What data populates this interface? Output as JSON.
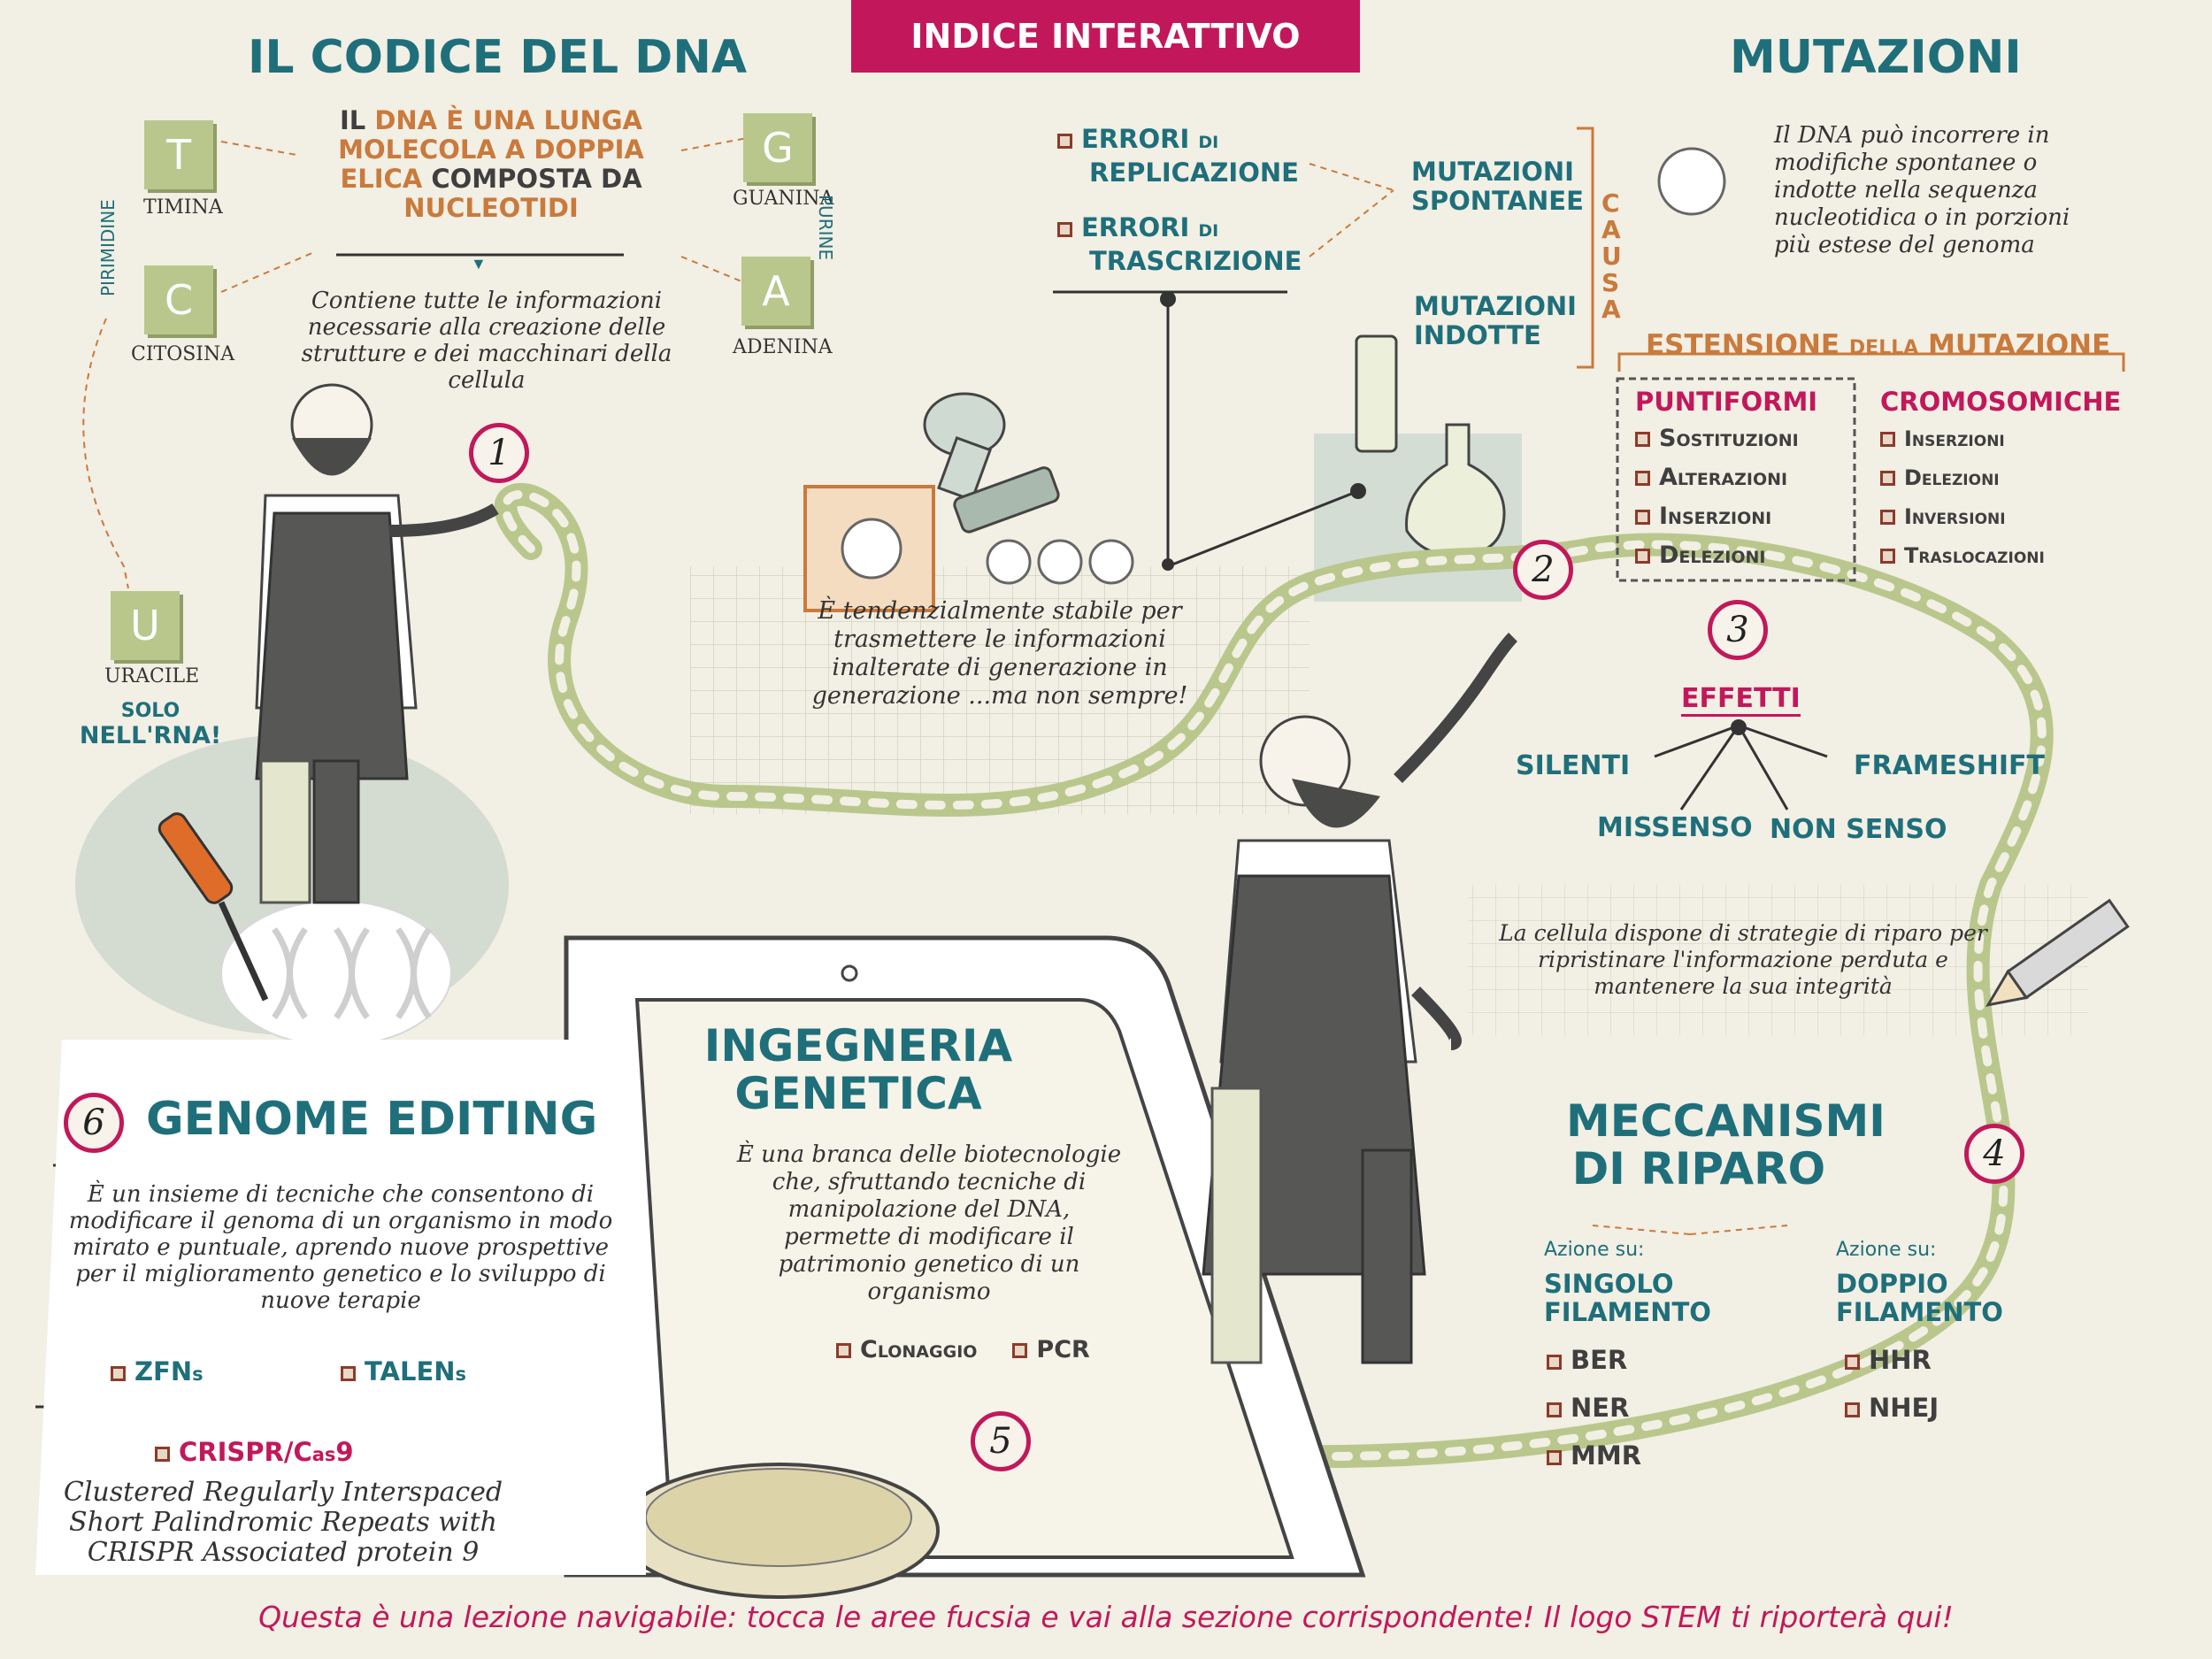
{
  "index_button": "INDICE INTERATTIVO",
  "dna_section": {
    "title": "IL CODICE DEL DNA",
    "intro_1": "IL ",
    "intro_2": "DNA È UNA LUNGA MOLECOLA A DOPPIA ELICA",
    "intro_3": " COMPOSTA DA ",
    "intro_4": "NUCLEOTIDI",
    "info": "Contiene tutte le informazioni necessarie alla creazione delle strutture e dei macchinari della cellula",
    "pyrimidine_label": "PIRIMIDINE",
    "purine_label": "PURINE",
    "bases": [
      {
        "letter": "T",
        "name": "TIMINA"
      },
      {
        "letter": "C",
        "name": "CITOSINA"
      },
      {
        "letter": "G",
        "name": "GUANINA"
      },
      {
        "letter": "A",
        "name": "ADENINA"
      },
      {
        "letter": "U",
        "name": "URACILE"
      }
    ],
    "rna_note_1": "SOLO",
    "rna_note_2": "NELL'RNA!",
    "stable_note": "È tendenzialmente stabile per trasmettere le informazioni inalterate di generazione in generazione ...ma non sempre!"
  },
  "numbers": [
    "1",
    "2",
    "3",
    "4",
    "5",
    "6"
  ],
  "errors": {
    "replication_a": "ERRORI ",
    "replication_b": "DI",
    "replication_c": "REPLICAZIONE",
    "transcription_a": "ERRORI ",
    "transcription_b": "DI",
    "transcription_c": "TRASCRIZIONE"
  },
  "causes": {
    "spontaneous": "MUTAZIONI SPONTANEE",
    "induced": "MUTAZIONI INDOTTE",
    "label": "CAUSA"
  },
  "mutations": {
    "title": "MUTAZIONI",
    "description": "Il DNA può incorrere in modifiche spontanee o indotte nella sequenza nucleotidica o in porzioni più estese del genoma",
    "extension_a": "ESTENSIONE ",
    "extension_b": "DELLA",
    "extension_c": " MUTAZIONE",
    "point_title": "PUNTIFORMI",
    "point_items": [
      "Sostituzioni",
      "Alterazioni",
      "Inserzioni",
      "Delezioni"
    ],
    "chrom_title": "CROMOSOMICHE",
    "chrom_items": [
      "Inserzioni",
      "Delezioni",
      "Inversioni",
      "Traslocazioni"
    ],
    "effects_title": "EFFETTI",
    "effects": [
      "SILENTI",
      "FRAMESHIFT",
      "MISSENSO",
      "NON SENSO"
    ],
    "repair_note": "La cellula dispone di strategie di riparo per ripristinare l'informazione perduta e mantenere la sua integrità"
  },
  "repair": {
    "title_1": "MECCANISMI",
    "title_2": "DI RIPARO",
    "action_label": "Azione su:",
    "single_title": "SINGOLO FILAMENTO",
    "single_items": [
      "BER",
      "NER",
      "MMR"
    ],
    "double_title": "DOPPIO FILAMENTO",
    "double_items": [
      "HHR",
      "NHEJ"
    ]
  },
  "engineering": {
    "title_1": "INGEGNERIA",
    "title_2": "GENETICA",
    "description": "È una branca delle biotecnologie che, sfruttando tecniche di manipolazione del DNA, permette di modificare il patrimonio genetico di un organismo",
    "items": [
      "Clonaggio",
      "PCR"
    ]
  },
  "genome_editing": {
    "title": "GENOME EDITING",
    "description": "È un insieme di tecniche che consentono di modificare il genoma di un organismo in modo mirato e puntuale, aprendo nuove prospettive per il miglioramento genetico e lo sviluppo di nuove terapie",
    "zfn_a": "ZFN",
    "zfn_b": "s",
    "talen_a": "TALEN",
    "talen_b": "s",
    "crispr_a": "CRISPR/C",
    "crispr_b": "as",
    "crispr_c": "9",
    "crispr_desc": "Clustered Regularly Interspaced Short Palindromic Repeats with CRISPR Associated protein 9"
  },
  "footer": "Questa è una lezione navigabile: tocca le aree fucsia e vai alla sezione corrispondente! Il logo STEM ti riporterà qui!",
  "colors": {
    "fuchsia": "#c2185b",
    "teal": "#1f6f7b",
    "orange": "#c97a3c",
    "helix": "#b9c78d",
    "background": "#f2efe4"
  }
}
